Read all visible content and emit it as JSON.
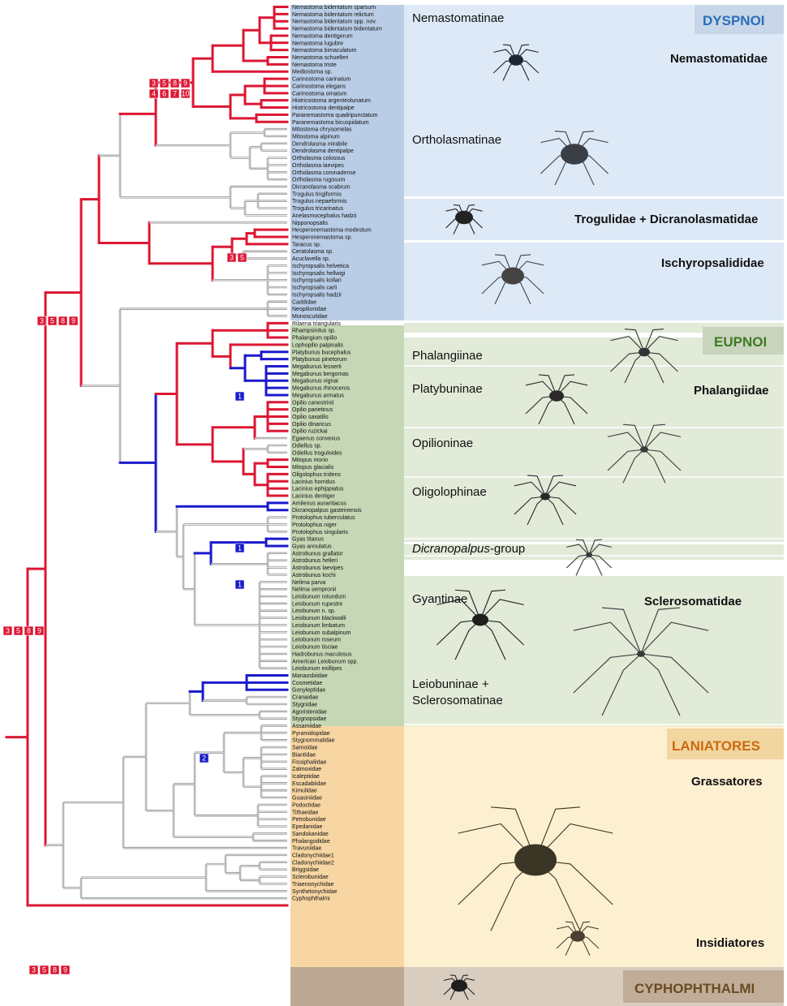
{
  "groups": {
    "dyspnoi": {
      "label": "DYSPNOI",
      "color": "#2a6ebb"
    },
    "eupnoi": {
      "label": "EUPNOI",
      "color": "#3d7a22"
    },
    "laniatores": {
      "label": "LANIATORES",
      "color": "#cc6a10"
    },
    "cyphophthalmi": {
      "label": "CYPHOPHTHALMI",
      "color": "#6a4a22"
    }
  },
  "subfamilies": {
    "nemastomatinae": "Nemastomatinae",
    "ortholasmatinae": "Ortholasmatinae",
    "phalangiinae": "Phalangiinae",
    "platybuninae": "Platybuninae",
    "opilioninae": "Opilioninae",
    "oligolophinae": "Oligolophinae",
    "dicranopalpus_it": "Dicranopalpus",
    "dicranopalpus_rest": "-group",
    "gyantinae": "Gyantinae",
    "leiobuninae_1": "Leiobuninae +",
    "leiobuninae_2": "Sclerosomatinae"
  },
  "families": {
    "nemastomatidae": "Nemastomatidae",
    "trogulidae": "Trogulidae + Dicranolasmatidae",
    "ischyropsalididae": "Ischyropsalididae",
    "phalangiidae": "Phalangiidae",
    "sclerosomatidae": "Sclerosomatidae",
    "grassatores": "Grassatores",
    "insidiatores": "Insidiatores"
  },
  "taxa": [
    "Nemastoma bidentatum sparsum",
    "Nemastoma bidentatum relictum",
    "Nemastoma bidentatum spp. nov.",
    "Nemastoma bidentatum bidentatum",
    "Nemastoma dentigerum",
    "Nemastoma lugubre",
    "Nemastoma bimaculatum",
    "Nemastoma schuelleri",
    "Nemastoma triste",
    "Mediostoma sp.",
    "Carinostoma carinatum",
    "Carinostoma elegans",
    "Carinostoma ornatum",
    "Histricostoma argenteolunatum",
    "Histricostoma dentipalpe",
    "Paranemastoma quadripunctatum",
    "Paranemastoma bicuspidatum",
    "Mitostoma chrysomelas",
    "Mitostoma alpinum",
    "Dendrolasma mirabile",
    "Dendrolasma dentipalpe",
    "Ortholasma colossus",
    "Ortholasma laevipes",
    "Ortholasma coronadense",
    "Ortholasma rugosum",
    "Dicranolasma scabrum",
    "Trogulus tingiformis",
    "Trogulus nepaeformis",
    "Trogulus tricarinatus",
    "Anelasmocephalus hadzii",
    "Nipponopsalis",
    "Hesperonemastoma modestum",
    "Hesperonemastoma sp.",
    "Taracus sp.",
    "Ceratolasma sp.",
    "Acuclavella sp.",
    "Ischyropsalis helvetica",
    "Ischyropsalis hellwigi",
    "Ischyropsalis kollari",
    "Ischyropsalis carli",
    "Ischyropsalis hadzii",
    "Caddidae",
    "Neopilionidae",
    "Monoscutidae",
    "Rilaena triangularis",
    "Rhampsinitus sp.",
    "Phalangium opilio",
    "Lophopilio palpinalis",
    "Platybunus bucephalus",
    "Platybunus pinetorum",
    "Megabunus lesserti",
    "Megabunus bergomas",
    "Megabunus vignai",
    "Megabunus rhinoceros",
    "Megabunus armatus",
    "Opilio canestrinii",
    "Opilio parietinus",
    "Opilio saxatilis",
    "Opilio dinaricus",
    "Opilio ruzickai",
    "Egaenus convexus",
    "Odiellus sp.",
    "Odiellus troguloides",
    "Mitopus morio",
    "Mitopus glacialis",
    "Oligolophus tridens",
    "Lacinius horridus",
    "Lacinius ephippiatus",
    "Lacinius dentiger",
    "Amilenus aurantiacus",
    "Dicranopalpus gasteinensis",
    "Protolophus tuberculatus",
    "Protolophus niger",
    "Protolophus singularis",
    "Gyas titanus",
    "Gyas annulatus",
    "Astrobunus grallator",
    "Astrobunus helleri",
    "Astrobunus laevipes",
    "Astrobunus kochi",
    "Nelima parva",
    "Nelima sempronii",
    "Leiobunum rotundum",
    "Leiobunum rupestre",
    "Leiobunum n. sp.",
    "Leiobunum blackwalli",
    "Leiobunum limbatum",
    "Leiobunum subalpinum",
    "Leiobunum roseum",
    "Leiobunum tisciae",
    "Hadrobunus maculosus",
    "American Leiobunum spp.",
    "Leiobunum exillipes",
    "Manaosbiidae",
    "Cosmetidae",
    "Gonyleptidae",
    "Cranaidae",
    "Stygnidae",
    "Agoristenidae",
    "Stygnopsidae",
    "Assamiidae",
    "Pyramidopidae",
    "Stygnommatidae",
    "Samoidae",
    "Biantidae",
    "Fissiphaliidae",
    "Zalmoxidae",
    "Icaleptidae",
    "Escadabiidae",
    "Kimulidae",
    "Guasiniidae",
    "Podoctidae",
    "Tithaeidae",
    "Petrobunidae",
    "Epedanidae",
    "Sandokanidae",
    "Phalangodidae",
    "Travuniidae",
    "Cladonychiidae1",
    "Cladonychiidae2",
    "Briggsidae",
    "Sclerobunidae",
    "Triaenonychidae",
    "Synthetonychidae",
    "Cyphophthalmi"
  ],
  "characters": {
    "root": [
      "3",
      "5",
      "8",
      "9"
    ],
    "phalangida": [
      "3",
      "5",
      "8",
      "9"
    ],
    "cyphophthalmi": [
      "3",
      "5",
      "8",
      "9"
    ],
    "nemastomatidae_top": [
      "3",
      "5",
      "8",
      "9"
    ],
    "nemastomatidae_bottom": [
      "4",
      "6",
      "7",
      "10"
    ],
    "ischyropsalididae": [
      "3",
      "5"
    ],
    "platybuninae": [
      "1"
    ],
    "dicranopalpus": [
      "1"
    ],
    "gyantinae": [
      "1"
    ],
    "grassatores": [
      "2"
    ]
  },
  "colors": {
    "gain": "#dc1733",
    "loss": "#1a1acc",
    "branch": "#9a9a9a",
    "dyspnoi_bg": "#dde9f6",
    "dyspnoi_leaf_bg": "#bacde6",
    "eupnoi_bg": "#e2ead8",
    "eupnoi_leaf_bg": "#c6d7b5",
    "laniatores_bg": "#fdf0d0",
    "laniatores_leaf_bg": "#f7d6a3",
    "cypho_bg": "#d9cdbf",
    "cypho_leaf_bg": "#bca993"
  }
}
